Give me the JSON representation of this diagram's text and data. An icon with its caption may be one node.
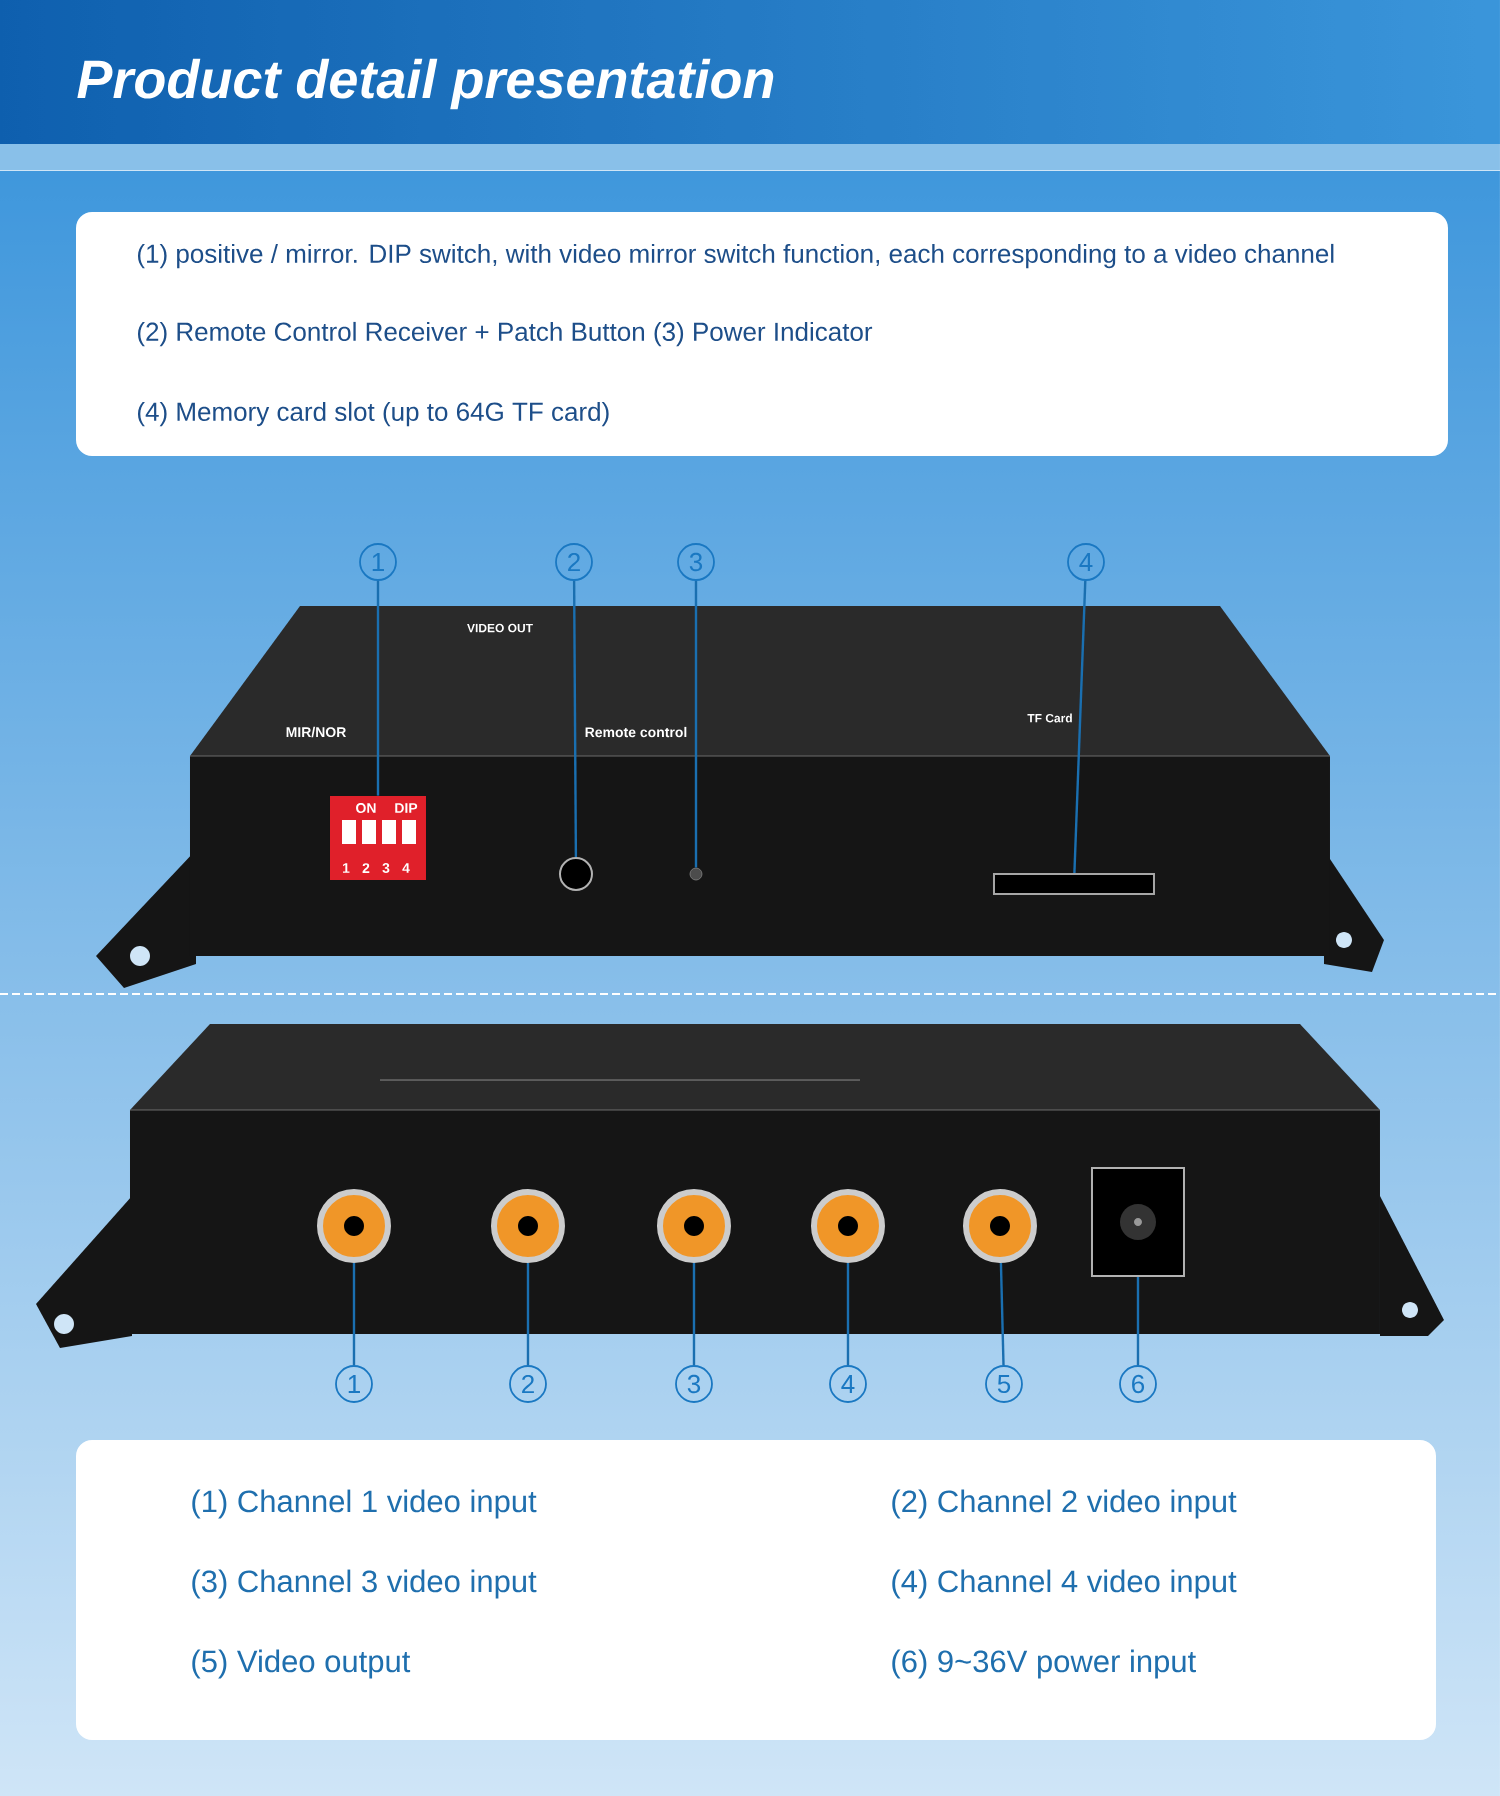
{
  "diagram": {
    "title": "Product detail presentation",
    "nodes": [
      {
        "text": [
          "(1) positive / mirror. DIP switch, with video mirror switch function, each corresponding to a video channel",
          "(2) Remote Control Receiver + Patch Button (3) Power Indicator",
          "(4) Memory card slot (up to 64G TF card)"
        ]
      },
      {
        "text": [
          "(1) Channel 1 video input",
          "(2) Channel 2 video input",
          "(3) Channel 3 video input",
          "(4) Channel 4 video input",
          "(5) Video output",
          "(6) 9~36V power input"
        ]
      },
      {
        "text": [
          "1"
        ]
      },
      {
        "text": [
          "2"
        ]
      },
      {
        "text": [
          "3"
        ]
      },
      {
        "text": [
          "4"
        ]
      },
      {
        "text": [],
        "shape": "box"
      },
      {
        "text": [],
        "shape": "circle"
      },
      {
        "text": [],
        "shape": "circle"
      },
      {
        "text": [],
        "shape": "box"
      },
      {
        "text": [
          "1"
        ]
      },
      {
        "text": [
          "2"
        ]
      },
      {
        "text": [
          "3"
        ]
      },
      {
        "text": [
          "4"
        ]
      },
      {
        "text": [
          "5"
        ]
      },
      {
        "text": [
          "6"
        ]
      },
      {
        "text": [],
        "shape": "circle"
      },
      {
        "text": [],
        "shape": "circle"
      },
      {
        "text": [],
        "shape": "circle"
      },
      {
        "text": [],
        "shape": "circle"
      },
      {
        "text": [],
        "shape": "circle"
      },
      {
        "text": [],
        "shape": "box"
      }
    ],
    "edges": [
      {
        "from": 2,
        "to": 6,
        "arrow": "none"
      },
      {
        "from": 3,
        "to": 7,
        "arrow": "none"
      },
      {
        "from": 4,
        "to": 8,
        "arrow": "none"
      },
      {
        "from": 5,
        "to": 9,
        "arrow": "none"
      },
      {
        "from": 10,
        "to": 16,
        "arrow": "none"
      },
      {
        "from": 11,
        "to": 17,
        "arrow": "none"
      },
      {
        "from": 12,
        "to": 18,
        "arrow": "none"
      },
      {
        "from": 13,
        "to": 19,
        "arrow": "none"
      },
      {
        "from": 14,
        "to": 20,
        "arrow": "none"
      },
      {
        "from": 15,
        "to": 21,
        "arrow": "none"
      }
    ],
    "labels": [
      "VIDEO OUT",
      "MIR/NOR",
      "Remote control",
      "TF Card",
      "ON",
      "DIP",
      "1",
      "2",
      "3",
      "4"
    ]
  }
}
